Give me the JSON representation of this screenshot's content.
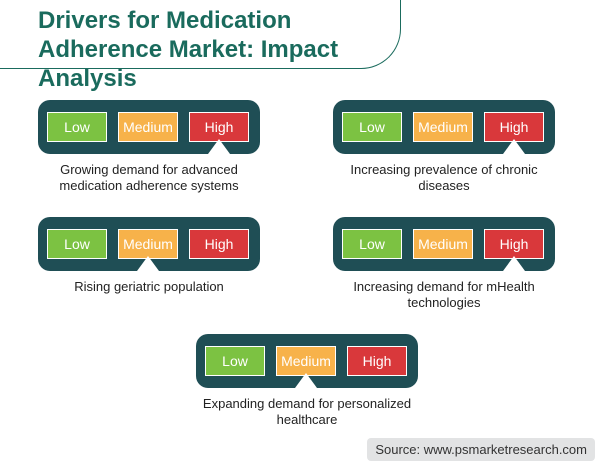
{
  "title": "Drivers for Medication Adherence Market: Impact Analysis",
  "scale_labels": {
    "low": "Low",
    "medium": "Medium",
    "high": "High"
  },
  "drivers": [
    {
      "label": "Growing demand for advanced medication adherence systems",
      "impact": "High"
    },
    {
      "label": "Increasing prevalence of chronic diseases",
      "impact": "High"
    },
    {
      "label": "Rising geriatric population",
      "impact": "Medium"
    },
    {
      "label": "Increasing demand for mHealth technologies",
      "impact": "High"
    },
    {
      "label": "Expanding demand for personalized healthcare",
      "impact": "Medium"
    }
  ],
  "source": "Source: www.psmarketresearch.com",
  "colors": {
    "title": "#1a6b5d",
    "panel": "#1f4e55",
    "low": "#7cc242",
    "medium": "#f7b24a",
    "high": "#d9383b"
  }
}
